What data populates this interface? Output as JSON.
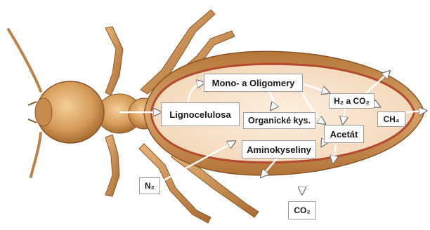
{
  "diagram": {
    "labels": {
      "lignocellulose": "Lignocelulosa",
      "mono_oligomers": "Mono- a Oligomery",
      "organic_acids": "Organické kys.",
      "amino_acids": "Aminokyseliny",
      "h2_co2": "H₂ a CO₂",
      "acetate": "Acetát",
      "ch4": "CH₄",
      "n2": "N₂",
      "co2": "CO₂"
    },
    "colors": {
      "body_fill": "#c98b4d",
      "body_dark": "#8a5526",
      "gut_fill": "#f9e7d2",
      "gut_outline": "#b5492e",
      "arrow": "#ffffff",
      "arrow_edge": "#7a7a7a"
    }
  }
}
